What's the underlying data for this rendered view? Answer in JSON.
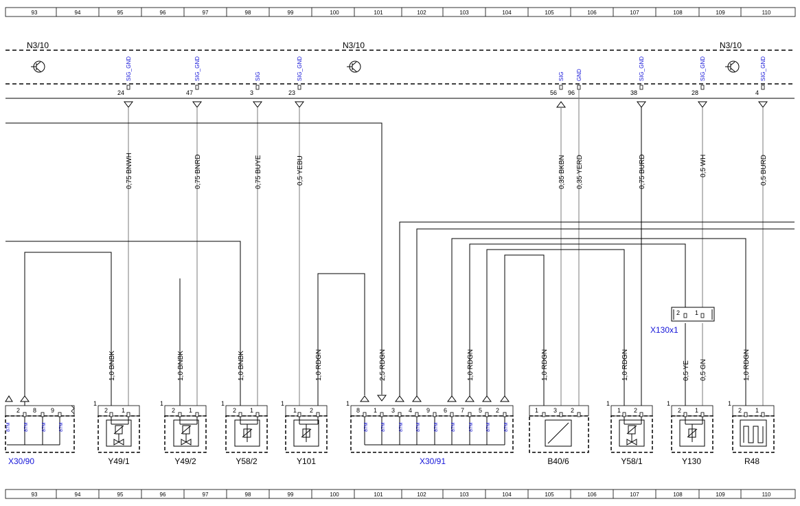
{
  "ruler": [
    "93",
    "94",
    "95",
    "96",
    "97",
    "98",
    "99",
    "100",
    "101",
    "102",
    "103",
    "104",
    "105",
    "106",
    "107",
    "108",
    "109",
    "110"
  ],
  "control_unit": {
    "label_left": "N3/10",
    "label_mid": "N3/10",
    "label_right": "N3/10",
    "pins": [
      {
        "num": "24",
        "sig": "SIG_GND"
      },
      {
        "num": "47",
        "sig": "SIG_GND"
      },
      {
        "num": "3",
        "sig": "SIG"
      },
      {
        "num": "23",
        "sig": "SIG_GND"
      },
      {
        "num": "56",
        "sig": "SIG"
      },
      {
        "num": "96",
        "sig": "GND"
      },
      {
        "num": "38",
        "sig": "SIG_GND"
      },
      {
        "num": "28",
        "sig": "SIG_GND"
      },
      {
        "num": "4",
        "sig": "SIG_GND"
      }
    ]
  },
  "upper_wires": [
    "0,75 BNWH",
    "0,75 BNRD",
    "0,75 BUYE",
    "0,5 YEBU",
    "0,35 BKBN",
    "0,35 YERD",
    "0,75 BURD",
    "0,5 WH",
    "0,5 BURD"
  ],
  "lower_wires": [
    "1,0 BNBK",
    "1,0 BNBK",
    "1,0 BNBK",
    "1,0 RDGN",
    "2,5 RDGN",
    "1,0 RDGN",
    "1,0 RDGN",
    "1,0 RDGN",
    "0,5 YE",
    "0,5 GN",
    "1,0 RDGN"
  ],
  "intermediate_connector": {
    "label": "X130x1",
    "pins": [
      "2",
      "1"
    ]
  },
  "components": [
    {
      "label": "X30/90",
      "type": "connector-sleeve"
    },
    {
      "label": "Y49/1",
      "type": "valve"
    },
    {
      "label": "Y49/2",
      "type": "valve"
    },
    {
      "label": "Y58/2",
      "type": "solenoid"
    },
    {
      "label": "Y101",
      "type": "solenoid"
    },
    {
      "label": "X30/91",
      "type": "connector-sleeve"
    },
    {
      "label": "B40/6",
      "type": "sensor"
    },
    {
      "label": "Y58/1",
      "type": "valve"
    },
    {
      "label": "Y130",
      "type": "solenoid"
    },
    {
      "label": "R48",
      "type": "heater"
    }
  ],
  "pin_one": "1",
  "component_pins": {
    "x3090": [
      "2",
      "8",
      "9"
    ],
    "y491": [
      "2",
      "1"
    ],
    "y492": [
      "2",
      "1"
    ],
    "y582": [
      "2",
      "1"
    ],
    "y101": [
      "1",
      "2"
    ],
    "x3091": [
      "8",
      "1",
      "3",
      "4",
      "9",
      "6",
      "7",
      "5",
      "2"
    ],
    "b406": [
      "1",
      "3",
      "2"
    ],
    "y581": [
      "1",
      "2"
    ],
    "y130": [
      "2",
      "1"
    ],
    "r48": [
      "2",
      "1"
    ]
  },
  "sleeve_pin_label": "87M",
  "colors": {
    "line": "#000000",
    "label": "#1414d8",
    "thin_line": "#7a7a7a"
  }
}
